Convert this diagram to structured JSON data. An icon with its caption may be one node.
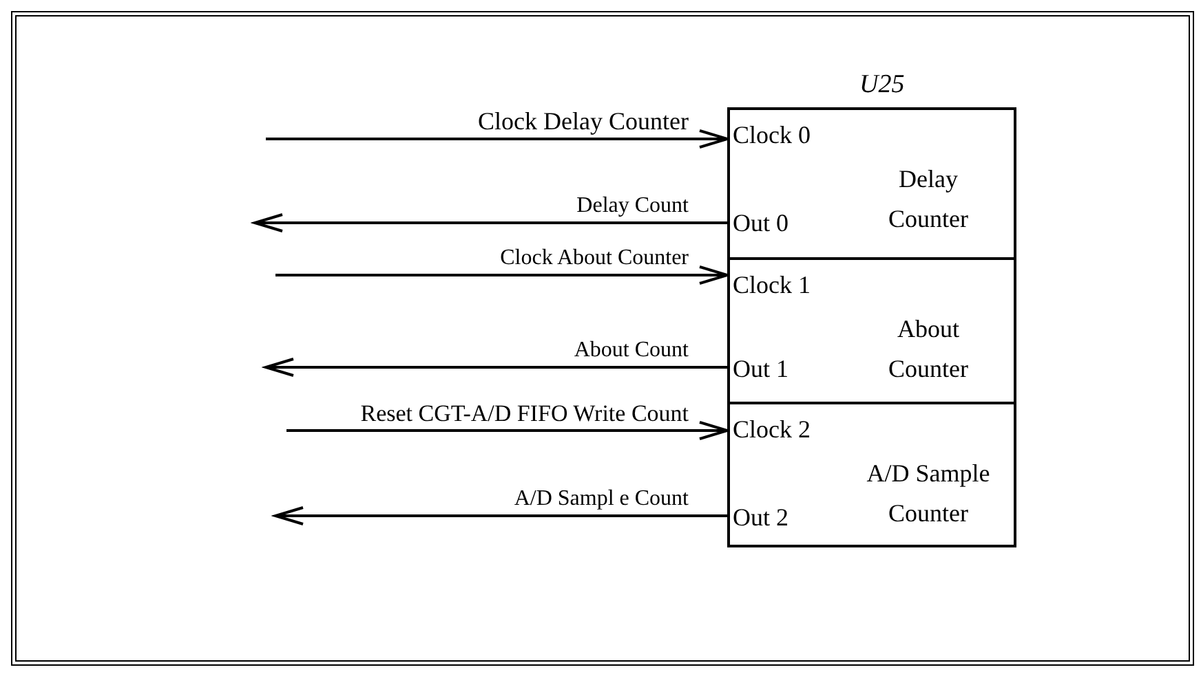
{
  "diagram": {
    "nodes": [
      {
        "text": [
          "U25"
        ]
      },
      {
        "text": [
          "Clock 0",
          "Out 0",
          "Delay Counter"
        ],
        "in": 0
      },
      {
        "text": [
          "Clock 1",
          "Out 1",
          "About Counter"
        ],
        "in": 0
      },
      {
        "text": [
          "Clock 2",
          "Out 2",
          "A/D Sample Counter"
        ],
        "in": 0
      }
    ],
    "edges": [
      {
        "from": null,
        "to": 1,
        "arrow": "to",
        "label": "Clock Delay Counter"
      },
      {
        "from": 1,
        "to": null,
        "arrow": "to",
        "label": "Delay Count"
      },
      {
        "from": null,
        "to": 2,
        "arrow": "to",
        "label": "Clock About Counter"
      },
      {
        "from": 2,
        "to": null,
        "arrow": "to",
        "label": "About Count"
      },
      {
        "from": null,
        "to": 3,
        "arrow": "to",
        "label": "Reset CGT-A/D FIFO Write Count"
      },
      {
        "from": 3,
        "to": null,
        "arrow": "to",
        "label": "A/D Sampl e Count"
      }
    ]
  }
}
